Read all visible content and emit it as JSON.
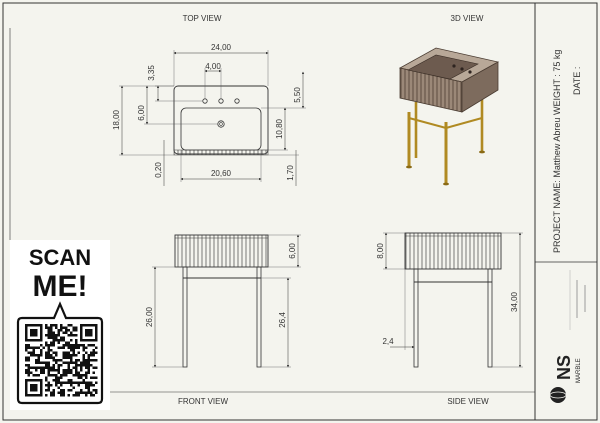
{
  "views": {
    "top": "TOP VIEW",
    "iso": "3D VIEW",
    "front": "FRONT VIEW",
    "side": "SIDE VIEW"
  },
  "dims": {
    "top_width": "24,00",
    "top_tap_spacing": "4,00",
    "top_back_offset": "3,35",
    "top_left_depth": "6,00",
    "top_overall_depth": "18,00",
    "top_right_upper": "5,50",
    "top_bowl_depth": "10,80",
    "top_bottom_offset": "0,20",
    "top_bowl_width": "20,60",
    "top_front_lip": "1,70",
    "front_apron": "6,00",
    "front_leg_left": "26,00",
    "front_leg_right": "26,4",
    "side_apron": "8,00",
    "side_overall": "34,00",
    "side_leg_offset": "2,4"
  },
  "title_block": {
    "project": "PROJECT NAME: Matthew Abreu",
    "weight": "WEIGHT : 75 kg",
    "date": "DATE :"
  },
  "qr": {
    "scan": "SCAN",
    "me": "ME!"
  },
  "logo": {
    "mark": "NS",
    "sub": "MARBLE"
  },
  "colors": {
    "line": "#333333",
    "sink": "#8c7a6c",
    "leg": "#b08a22",
    "paper": "#f4f4ee"
  }
}
